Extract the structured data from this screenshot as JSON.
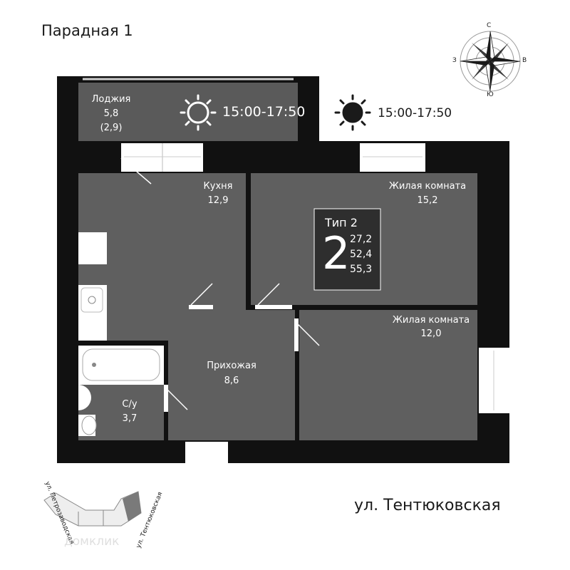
{
  "entrance_title": "Парадная 1",
  "street_label": "ул. Тентюковская",
  "compass": {
    "north": "С",
    "east": "В",
    "south": "Ю",
    "west": "З"
  },
  "sun": {
    "loggia_time": "15:00-17:50",
    "outside_time": "15:00-17:50"
  },
  "badge": {
    "type_label": "Тип 2",
    "rooms": "2",
    "living_area": "27,2",
    "total_area": "52,4",
    "total_with_loggia": "55,3"
  },
  "rooms": {
    "loggia": {
      "name": "Лоджия",
      "area": "5,8",
      "reduced_area": "(2,9)"
    },
    "kitchen": {
      "name": "Кухня",
      "area": "12,9"
    },
    "living1": {
      "name": "Жилая комната",
      "area": "15,2"
    },
    "living2": {
      "name": "Жилая комната",
      "area": "12,0"
    },
    "hall": {
      "name": "Прихожая",
      "area": "8,6"
    },
    "bathroom": {
      "name": "С/у",
      "area": "3,7"
    }
  },
  "site_plan": {
    "street_left": "ул. Петрозаводская",
    "street_right": "ул. Тентюковская"
  },
  "watermark": "домклик",
  "colors": {
    "wall": "#111111",
    "room": "#5f5f5f",
    "loggia": "#5a5a5a",
    "badge": "#2e2e2e",
    "highlight": "#7a7a7a"
  }
}
